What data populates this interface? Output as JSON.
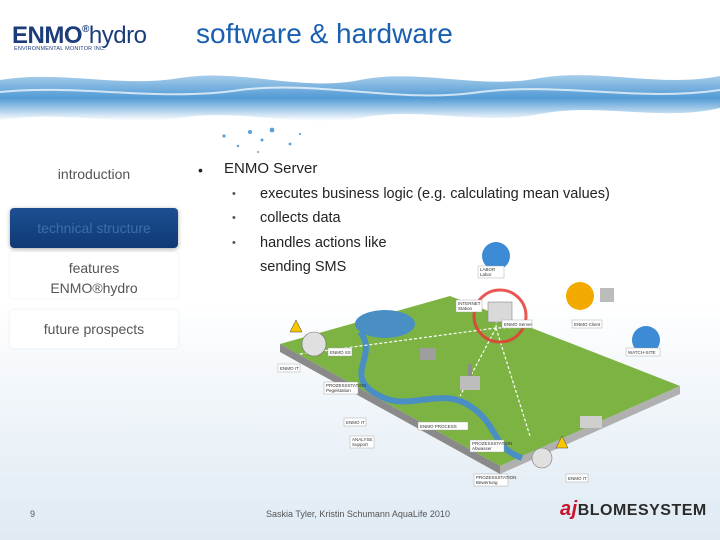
{
  "header": {
    "logo_text": "ENMO",
    "logo_reg": "®",
    "logo_suffix": "hydro",
    "logo_sub": "ENVIRONMENTAL MONITOR INC.",
    "title": "software & hardware"
  },
  "nav": {
    "items": [
      {
        "label": "introduction",
        "state": "plain"
      },
      {
        "label": "technical structure",
        "state": "active"
      },
      {
        "label": "features ENMO®hydro",
        "state": "plain"
      },
      {
        "label": "future prospects",
        "state": "plain"
      }
    ]
  },
  "content": {
    "bullet_marker": "•",
    "heading": "ENMO Server",
    "sub_marker": "•",
    "subitems": [
      "executes business logic (e.g. calculating mean values)",
      "collects data",
      "handles actions like",
      "sending SMS"
    ]
  },
  "diagram": {
    "labels": {
      "l1": "LABOR",
      "l2": "Labor",
      "l3": "INTERNET",
      "l4": "Station",
      "l5": "ENMO Server",
      "l6": "ENMO Client",
      "l7": "ENMO SS",
      "l8": "ENMO IT",
      "l9": "PROZESSSTATION",
      "l10": "Pegelstation",
      "l11": "WATCH-SITE",
      "l12": "ENMO PROCESS",
      "l13": "ENMO IT",
      "l14": "PROZESSSTATION",
      "l15": "Abwasser",
      "l16": "ANALYSE",
      "l17": "Support",
      "l18": "PROZESSSTATION",
      "l19": "Bewertung",
      "l20": "ENMO IT"
    },
    "colors": {
      "land": "#7cb342",
      "water": "#4a8fc4",
      "ring": "#e53935"
    }
  },
  "footer": {
    "page_number": "9",
    "credit": "Saskia Tyler, Kristin Schumann AquaLife 2010",
    "brand_prefix": "aj",
    "brand_name": "BLOMESYSTEM"
  }
}
